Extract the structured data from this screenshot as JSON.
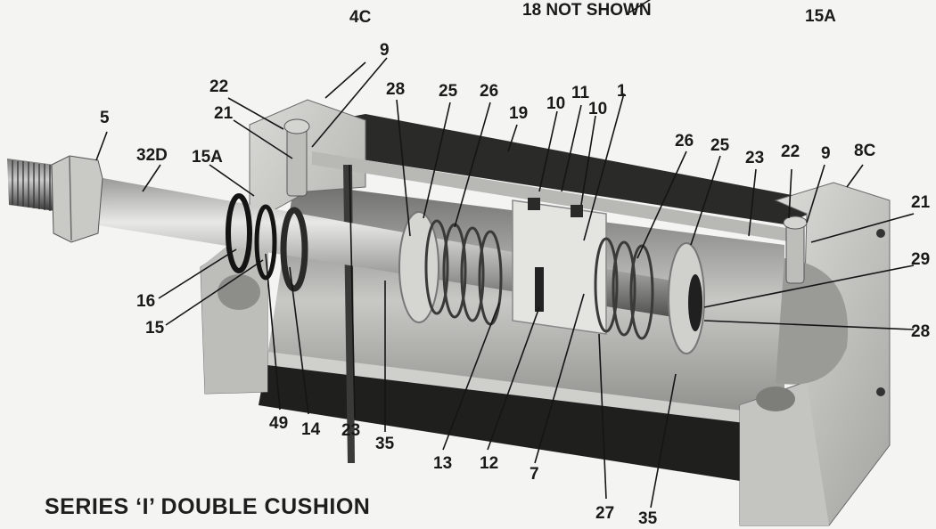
{
  "title": "SERIES ‘I’ DOUBLE CUSHION",
  "note": "18 NOT SHOWN",
  "callouts": {
    "c_15a_top": "15A",
    "c_4c": "4C",
    "c_9_left": "9",
    "c_22_left": "22",
    "c_21_left": "21",
    "c_5": "5",
    "c_32d": "32D",
    "c_15a": "15A",
    "c_28_top": "28",
    "c_25_left": "25",
    "c_26_left": "26",
    "c_19": "19",
    "c_10_a": "10",
    "c_11": "11",
    "c_10_b": "10",
    "c_1": "1",
    "c_26_right": "26",
    "c_25_right": "25",
    "c_23_right": "23",
    "c_22_right": "22",
    "c_9_right": "9",
    "c_8c": "8C",
    "c_21_right": "21",
    "c_29": "29",
    "c_28_right": "28",
    "c_16": "16",
    "c_15": "15",
    "c_49": "49",
    "c_14": "14",
    "c_23_bottom": "23",
    "c_35_left": "35",
    "c_13": "13",
    "c_12": "12",
    "c_7": "7",
    "c_27": "27",
    "c_35_right": "35"
  },
  "colors": {
    "metal_light": "#d9d9d6",
    "metal_mid": "#a9a9a6",
    "metal_dark": "#5a5a58",
    "black": "#161616"
  }
}
